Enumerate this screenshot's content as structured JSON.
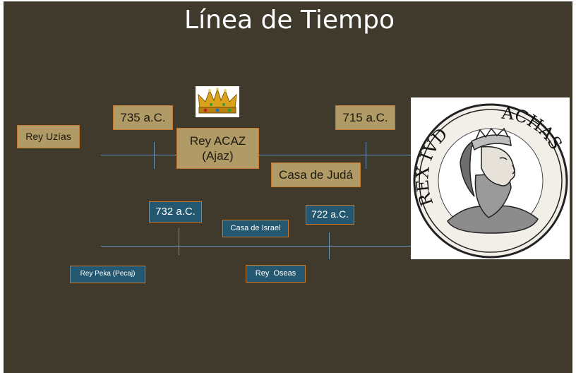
{
  "title": "Línea de Tiempo",
  "judah": {
    "date_left": "735 a.C.",
    "date_right": "715 a.C.",
    "prev_king": "Rey Uzías",
    "king_line1": "Rey ACAZ",
    "king_line2": "(Ajaz)",
    "house": "Casa de Judá"
  },
  "israel": {
    "date_left": "732 a.C.",
    "date_right": "722 a.C.",
    "house": "Casa de Israel",
    "king_left": "Rey Peka (Pecaj)",
    "king_right": "Rey  Oseas"
  },
  "portrait": {
    "inscription_left": "REX IVD",
    "inscription_right": "ACHAS"
  },
  "colors": {
    "background": "#3f3a2b",
    "gold_box": "#b09a66",
    "teal_box": "#245870",
    "border": "#c8782c",
    "timeline": "#6a93b8"
  }
}
